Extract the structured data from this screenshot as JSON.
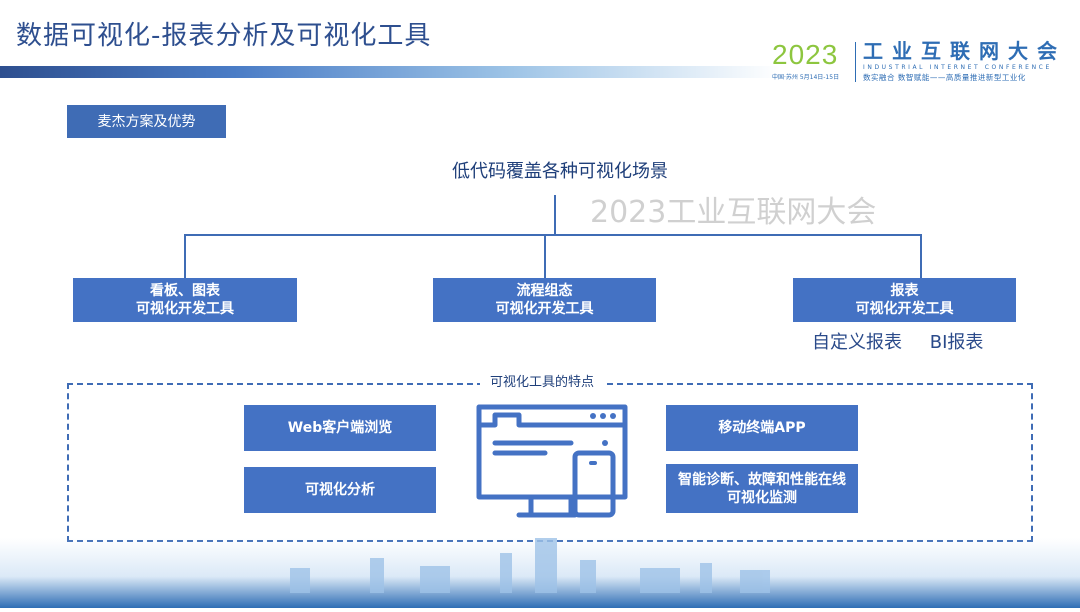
{
  "title": "数据可视化-报表分析及可视化工具",
  "logo": {
    "year": "2023",
    "location_date": "中国·苏州 5月14日-15日",
    "name_cn": "工业互联网大会",
    "name_en": "INDUSTRIAL INTERNET CONFERENCE",
    "slogan": "数实融合 数智赋能——高质量推进新型工业化"
  },
  "tag": "麦杰方案及优势",
  "heading": "低代码覆盖各种可视化场景",
  "branches": [
    {
      "line1": "看板、图表",
      "line2": "可视化开发工具"
    },
    {
      "line1": "流程组态",
      "line2": "可视化开发工具"
    },
    {
      "line1": "报表",
      "line2": "可视化开发工具"
    }
  ],
  "report_types": [
    "自定义报表",
    "BI报表"
  ],
  "features": {
    "label": "可视化工具的特点",
    "items": [
      "Web客户端浏览",
      "可视化分析",
      "移动终端APP",
      "智能诊断、故障和性能在线可视化监测"
    ]
  },
  "watermark": "2023工业互联网大会",
  "colors": {
    "accent": "#4472c4",
    "title": "#2e4f8f",
    "logo_green": "#8dc63f"
  }
}
